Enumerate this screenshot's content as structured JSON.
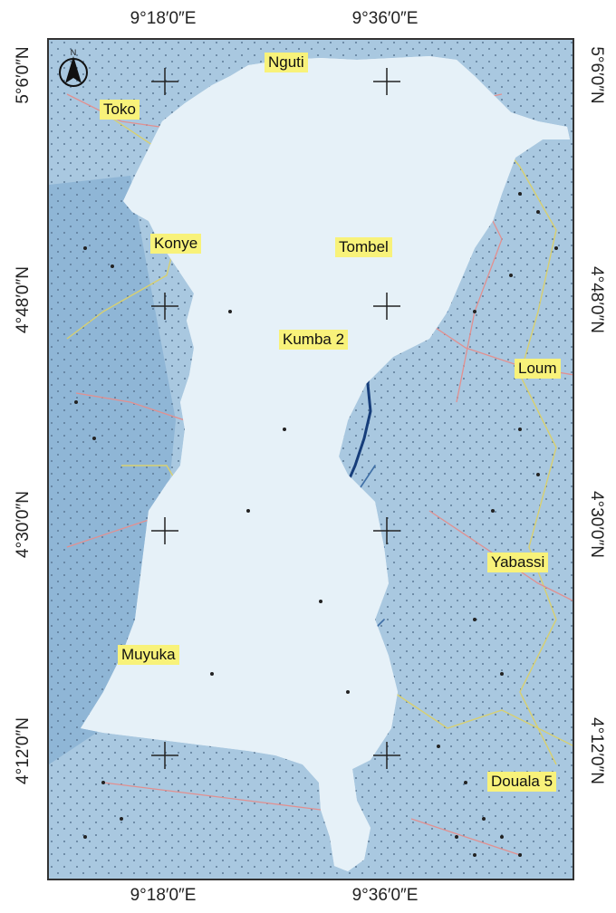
{
  "map": {
    "graticule": {
      "top": [
        "9°18′0″E",
        "9°36′0″E"
      ],
      "bottom": [
        "9°18′0″E",
        "9°36′0″E"
      ],
      "left": [
        "5°6′0″N",
        "4°48′0″N",
        "4°30′0″N",
        "4°12′0″N"
      ],
      "right": [
        "5°6′0″N",
        "4°48′0″N",
        "4°30′0″N",
        "4°12′0″N"
      ]
    },
    "north_arrow": "N",
    "labels": {
      "nguti": "Nguti",
      "toko": "Toko",
      "konye": "Konye",
      "tombel": "Tombel",
      "kumba2": "Kumba 2",
      "loum": "Loum",
      "yabassi": "Yabassi",
      "muyuka": "Muyuka",
      "douala5": "Douala 5"
    },
    "colors": {
      "sea": "#a9c8e0",
      "basin_fill": "#e6f1f8",
      "basin_boundary": "#e02020",
      "main_river": "#163d7a",
      "tributary": "#3f6fa6",
      "roads": "#e29090",
      "admin_lines": "#d8d070",
      "label_bg": "#f8f27a"
    }
  }
}
